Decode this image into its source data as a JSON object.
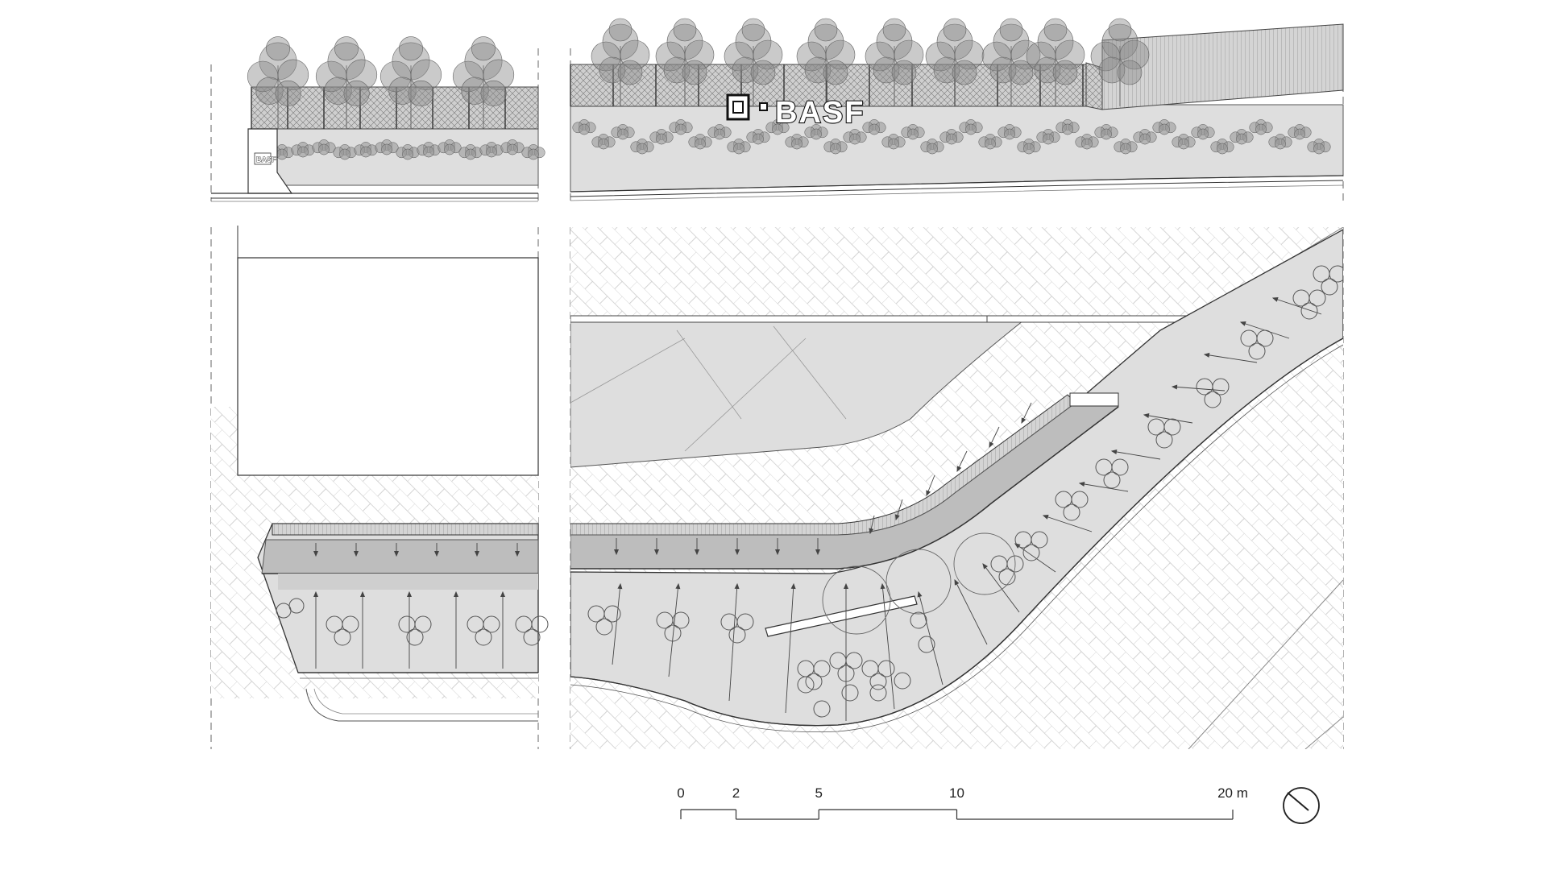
{
  "signage": {
    "logo_text": "BASF"
  },
  "scale_bar": {
    "unit": "m",
    "ticks": [
      {
        "value": 0,
        "label": "0"
      },
      {
        "value": 2,
        "label": "2"
      },
      {
        "value": 5,
        "label": "5"
      },
      {
        "value": 10,
        "label": "10"
      },
      {
        "value": 20,
        "label": "20 m"
      }
    ]
  },
  "colors": {
    "line": "#3a3a3a",
    "planting_fill": "#dedede",
    "channel_fill": "#bdbdbd",
    "channel_dark": "#9e9e9e",
    "tree": "#8a8a8a",
    "shrub": "#9a9a9a",
    "paving_line": "#c8c8c8"
  }
}
